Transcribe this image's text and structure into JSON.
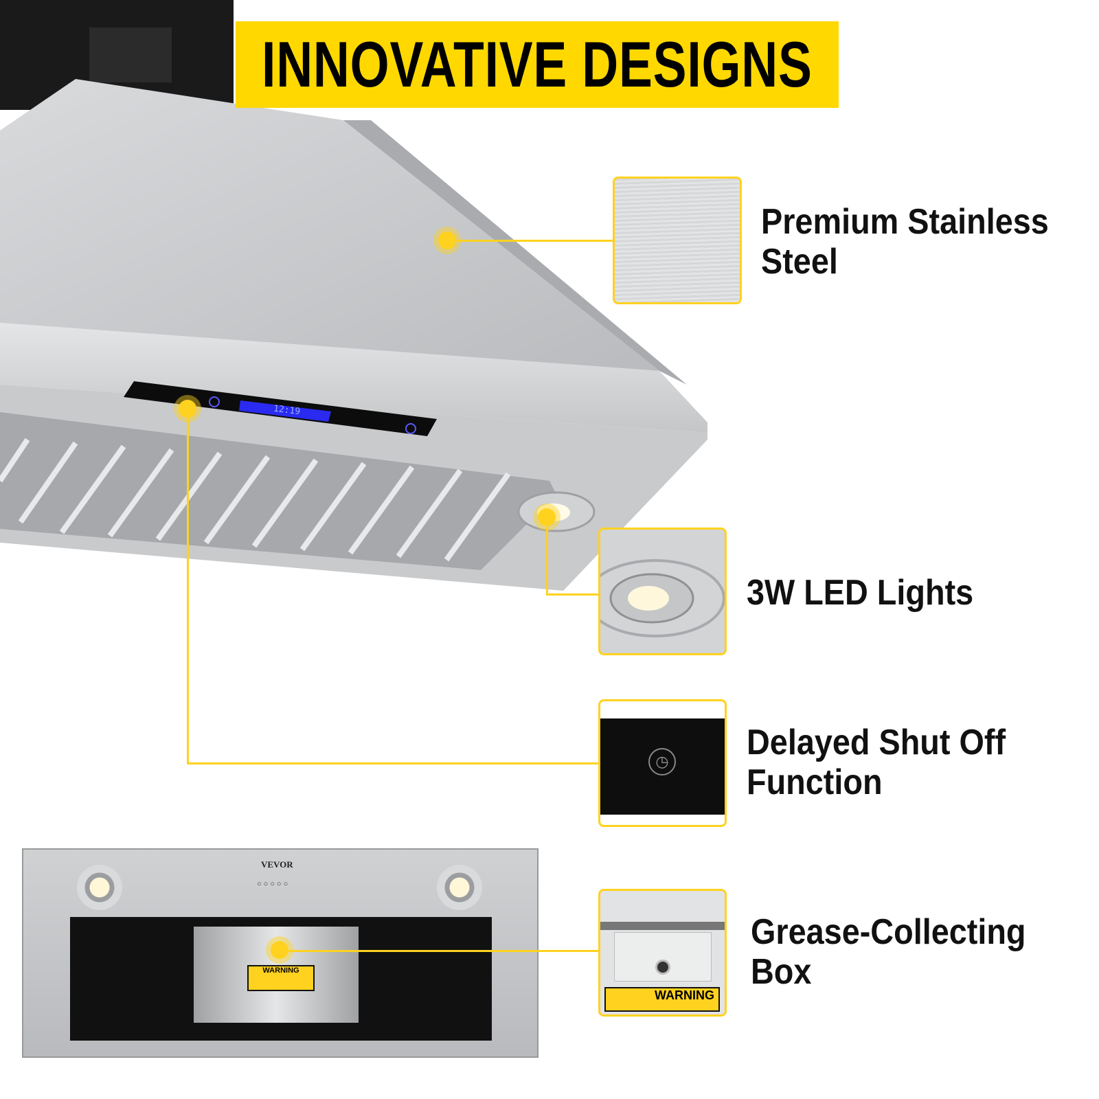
{
  "banner": {
    "title": "INNOVATIVE DESIGNS"
  },
  "product": {
    "brand": "VEVOR",
    "display_time": "12:19",
    "warning_label": "WARNING"
  },
  "features": [
    {
      "label_line1": "Premium Stainless",
      "label_line2": "Steel"
    },
    {
      "label_line1": "3W LED Lights",
      "label_line2": ""
    },
    {
      "label_line1": "Delayed Shut Off",
      "label_line2": "Function"
    },
    {
      "label_line1": "Grease-Collecting",
      "label_line2": "Box"
    }
  ],
  "colors": {
    "accent": "#FFD800",
    "callout": "#FFD21F",
    "lcd": "#2A2AF0",
    "steel": "#C9CBCD"
  }
}
